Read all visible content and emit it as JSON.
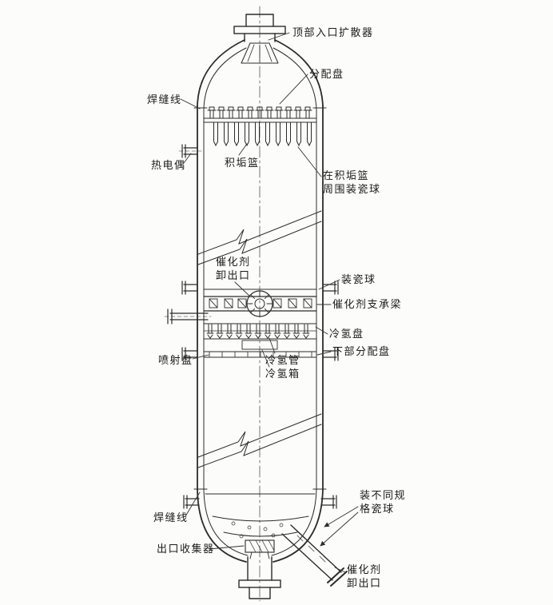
{
  "diagram": {
    "background": "#fcfcfa",
    "ink": "#2b2b2b",
    "type": "reactor-vessel-cutaway"
  },
  "labels": {
    "top_inlet_diffuser": "顶部入口扩散器",
    "distribution_tray": "分配盘",
    "weld_line_top": "焊缝线",
    "thermocouple": "热电偶",
    "scale_basket": "积垢篮",
    "balls_around_basket_line1": "在积垢篮",
    "balls_around_basket_line2": "周围装瓷球",
    "catalyst_outlet_mid_line1": "催化剂",
    "catalyst_outlet_mid_line2": "卸出口",
    "load_ceramic_balls": "装瓷球",
    "catalyst_support_beam": "催化剂支承梁",
    "cold_hydrogen_tray": "冷氢盘",
    "lower_distribution_tray": "下部分配盘",
    "spray_tray": "喷射盘",
    "cold_hydrogen_pipe": "冷氢管",
    "cold_hydrogen_box": "冷氢箱",
    "weld_line_bottom": "焊缝线",
    "outlet_collector": "出口收集器",
    "different_size_balls_line1": "装不同规",
    "different_size_balls_line2": "格瓷球",
    "catalyst_outlet_bottom_line1": "催化剂",
    "catalyst_outlet_bottom_line2": "卸出口"
  }
}
